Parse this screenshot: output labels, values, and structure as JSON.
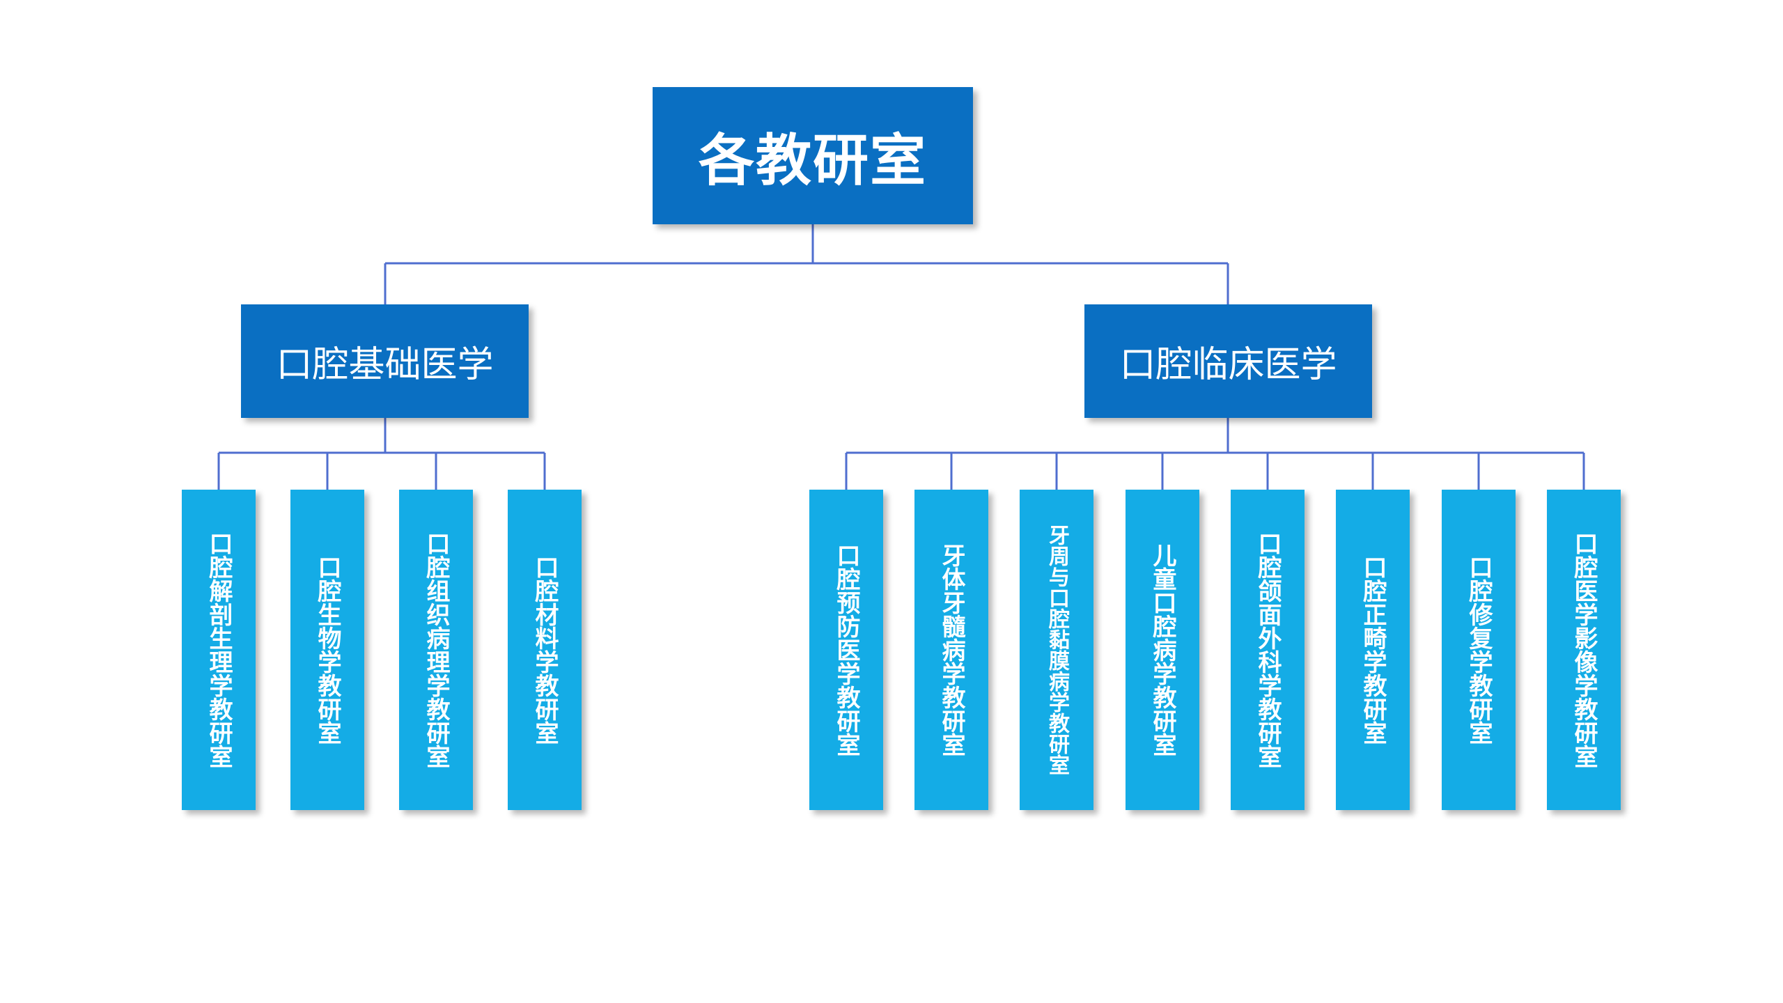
{
  "root": {
    "label": "各教研室"
  },
  "categories": [
    {
      "label": "口腔基础医学",
      "departments": [
        "口腔解剖生理学教研室",
        "口腔生物学教研室",
        "口腔组织病理学教研室",
        "口腔材料学教研室"
      ]
    },
    {
      "label": "口腔临床医学",
      "departments": [
        "口腔预防医学教研室",
        "牙体牙髓病学教研室",
        "牙周与口腔黏膜病学教研室",
        "儿童口腔病学教研室",
        "口腔颌面外科学教研室",
        "口腔正畸学教研室",
        "口腔修复学教研室",
        "口腔医学影像学教研室"
      ]
    }
  ],
  "colors": {
    "root_fill": "#0a6fc2",
    "category_fill": "#0a6fc2",
    "leaf_fill": "#14ace6",
    "connector": "#4f6ecf",
    "text": "#ffffff"
  }
}
